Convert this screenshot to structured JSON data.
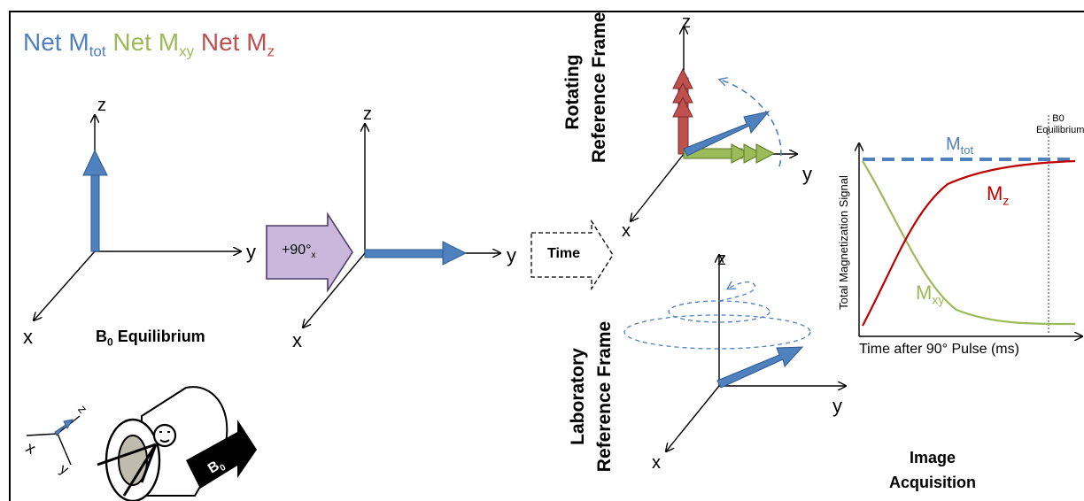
{
  "legend": {
    "tot_prefix": "Net M",
    "tot_sub": "tot",
    "xy_prefix": "Net M",
    "xy_sub": "xy",
    "z_prefix": "Net M",
    "z_sub": "z"
  },
  "panel1": {
    "axis_z": "z",
    "axis_y": "y",
    "axis_x": "x",
    "caption_prefix": "B",
    "caption_sub": "0",
    "caption_rest": " Equilibrium"
  },
  "pulse": {
    "label": "+90°",
    "label_sub": "x"
  },
  "panel2": {
    "axis_z": "z",
    "axis_y": "y",
    "axis_x": "x"
  },
  "time_arrow": {
    "label": "Time"
  },
  "rotating": {
    "title_line1": "Rotating",
    "title_line2": "Reference Frame",
    "axis_z": "z",
    "axis_y": "y",
    "axis_x": "x"
  },
  "laboratory": {
    "title_line1": "Laboratory",
    "title_line2": "Reference Frame",
    "axis_z": "z",
    "axis_y": "y",
    "axis_x": "x"
  },
  "graph": {
    "ylabel": "Total Magnetization Signal",
    "xlabel": "Time after 90° Pulse (ms)",
    "mtot_prefix": "M",
    "mtot_sub": "tot",
    "mz_prefix": "M",
    "mz_sub": "z",
    "mxy_prefix": "M",
    "mxy_sub": "xy",
    "marker_line1": "B0",
    "marker_line2": "Equilibrium"
  },
  "image_acquisition": {
    "line1": "Image",
    "line2": "Acquisition"
  },
  "inset": {
    "axis_z": "z",
    "axis_y": "y",
    "axis_x": "x",
    "b0_prefix": "B",
    "b0_sub": "0"
  },
  "colors": {
    "tot": "#4e81bd",
    "xy": "#9bbb59",
    "z": "#c0504d"
  }
}
